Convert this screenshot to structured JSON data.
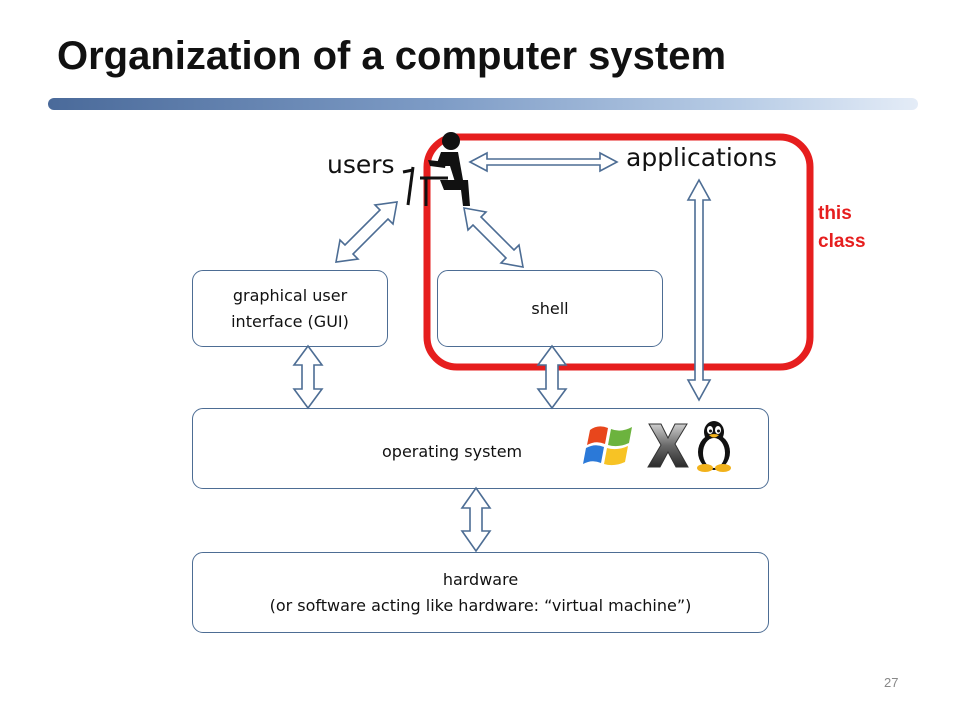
{
  "slide": {
    "title": "Organization of a computer system",
    "page_number": "27"
  },
  "diagram": {
    "users_label": "users",
    "applications_label": "applications",
    "this_class_line1": "this",
    "this_class_line2": "class",
    "gui_line1": "graphical user",
    "gui_line2": "interface (GUI)",
    "shell_label": "shell",
    "os_label": "operating system",
    "hardware_line1": "hardware",
    "hardware_line2": "(or software acting like hardware: “virtual machine”)",
    "os_logos": [
      "windows-logo",
      "mac-os-x-logo",
      "linux-tux-logo"
    ],
    "highlight_color": "#e61e1e",
    "box_border_color": "#4d6d94"
  }
}
